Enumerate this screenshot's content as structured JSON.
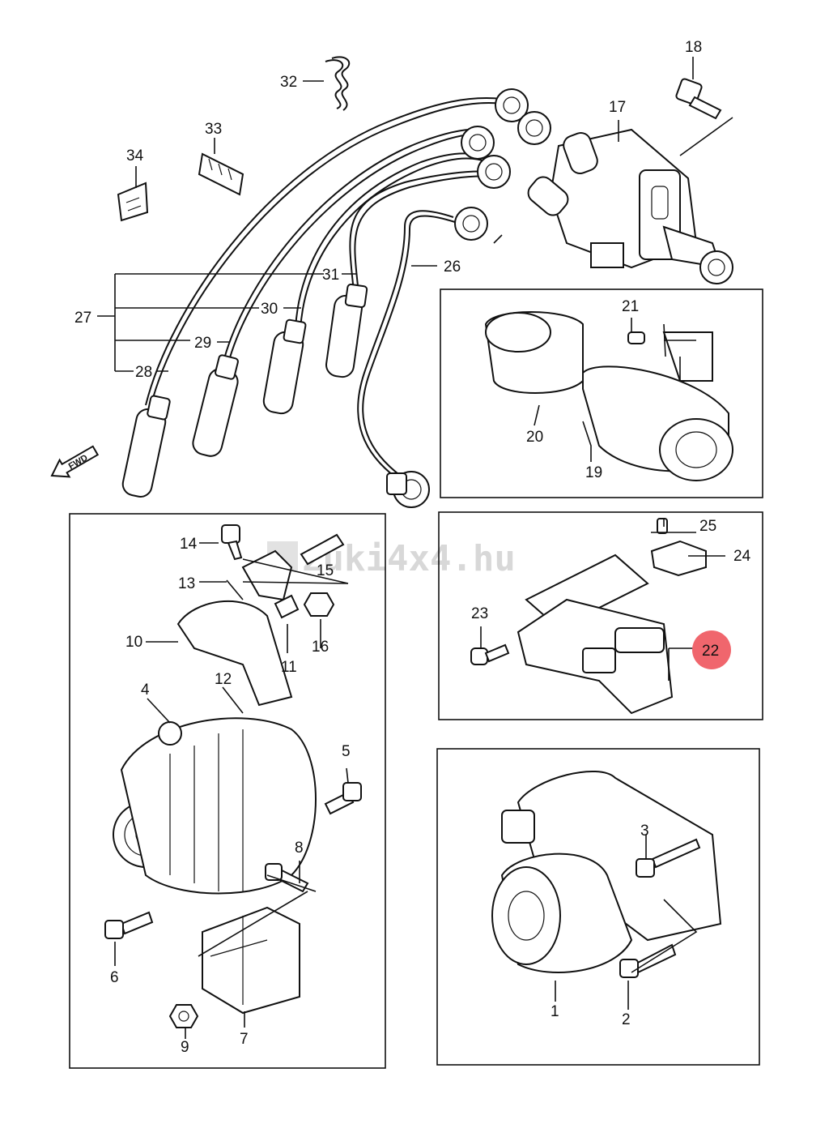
{
  "watermark": "zuki4x4.hu",
  "fwd_label": "FWD",
  "highlight_color": "#f0666d",
  "callouts": {
    "c1": "1",
    "c2": "2",
    "c3": "3",
    "c4": "4",
    "c5": "5",
    "c6": "6",
    "c7": "7",
    "c8": "8",
    "c9": "9",
    "c10": "10",
    "c11": "11",
    "c12": "12",
    "c13": "13",
    "c14": "14",
    "c15": "15",
    "c16": "16",
    "c17": "17",
    "c18": "18",
    "c19": "19",
    "c20": "20",
    "c21": "21",
    "c22": "22",
    "c23": "23",
    "c24": "24",
    "c25": "25",
    "c26": "26",
    "c27": "27",
    "c28": "28",
    "c29": "29",
    "c30": "30",
    "c31": "31",
    "c32": "32",
    "c33": "33",
    "c34": "34"
  }
}
